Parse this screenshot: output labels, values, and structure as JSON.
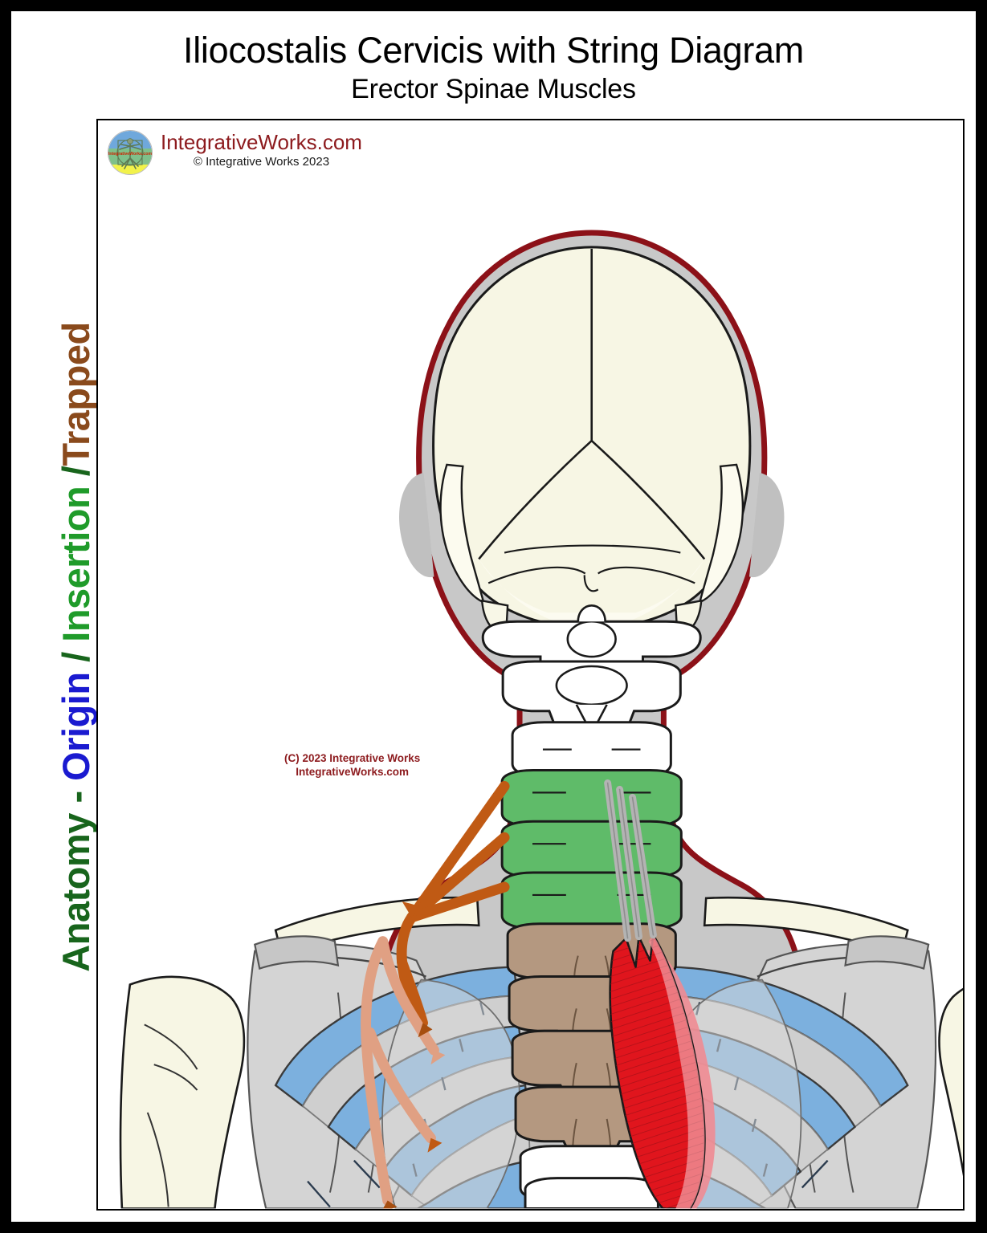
{
  "document": {
    "main_title": "Iliocostalis Cervicis with String Diagram",
    "sub_title": "Erector Spinae Muscles"
  },
  "side_caption": {
    "full_text": "Anatomy - Origin / Insertion /Trapped",
    "segments": {
      "anatomy": "Anatomy",
      "dash": " - ",
      "origin": "Origin",
      "slash1": " / ",
      "insertion": "Insertion",
      "slash2": " /",
      "trapped": "Trapped"
    }
  },
  "brand": {
    "url": "IntegrativeWorks.com",
    "copyright": "© Integrative Works 2023",
    "logo_icon": "vitruvian-man-logo"
  },
  "watermark": {
    "line1": "(C) 2023 Integrative Works",
    "line2": "IntegrativeWorks.com"
  },
  "illustration": {
    "subject": "posterior view of head, neck, upper thorax and shoulders",
    "muscle_label": "iliocostalis cervicis",
    "string_diagram_label": "string diagram of iliocostalis cervicis"
  },
  "colors": {
    "frame_black": "#000000",
    "page_white": "#ffffff",
    "body_outline_red": "#8c1118",
    "body_fill_gray": "#c8c8c8",
    "bone_white": "#ffffff",
    "bone_ivory": "#f7f6e4",
    "cervical_green": "#5fbb69",
    "thoracic_brown": "#b49880",
    "rib_blue": "#7cb0de",
    "rib_blue_light": "#b9d6ee",
    "muscle_red": "#e0151d",
    "muscle_red_pale": "#ef8b92",
    "tendon_gray": "#b3b3b3",
    "string_orange": "#c05a14",
    "string_salmon": "#e0a083",
    "brand_dark_red": "#8d1b1e",
    "caption_green": "#18651c",
    "caption_blue": "#1a1ad0",
    "caption_insertion_green": "#1f9b2a",
    "caption_brown": "#8a4a1c"
  }
}
